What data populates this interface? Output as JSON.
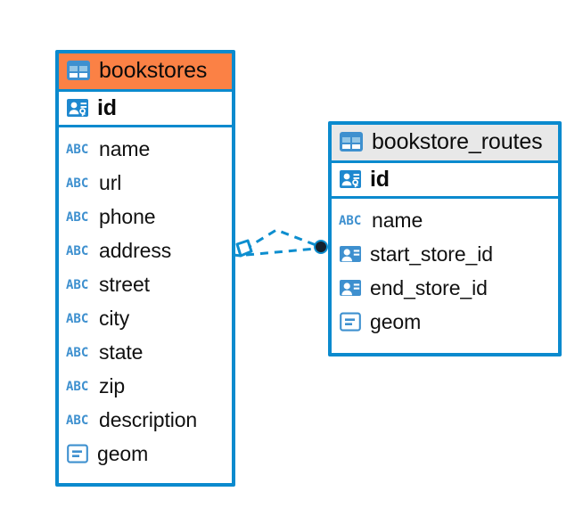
{
  "diagram": {
    "type": "entity-relationship-diagram",
    "background": "#ffffff",
    "colors": {
      "border": "#0b8ace",
      "accent_orange": "#fb8145",
      "accent_grey": "#e8e8e8",
      "icon_blue": "#3e90cf",
      "icon_blue_dark": "#0b8ace",
      "text": "#0b0b0b",
      "connector": "#0d8ecf",
      "connector_endpoint_fill": "#0d1b2a"
    },
    "entities": [
      {
        "name": "bookstores",
        "header_icon": "table-icon",
        "header_style": "accent-orange",
        "primary_key": {
          "label": "id",
          "icon": "primary-key-icon"
        },
        "fields": [
          {
            "label": "name",
            "icon": "text-abc-icon"
          },
          {
            "label": "url",
            "icon": "text-abc-icon"
          },
          {
            "label": "phone",
            "icon": "text-abc-icon"
          },
          {
            "label": "address",
            "icon": "text-abc-icon"
          },
          {
            "label": "street",
            "icon": "text-abc-icon"
          },
          {
            "label": "city",
            "icon": "text-abc-icon"
          },
          {
            "label": "state",
            "icon": "text-abc-icon"
          },
          {
            "label": "zip",
            "icon": "text-abc-icon"
          },
          {
            "label": "description",
            "icon": "text-abc-icon"
          },
          {
            "label": "geom",
            "icon": "geometry-icon"
          }
        ]
      },
      {
        "name": "bookstore_routes",
        "header_icon": "table-icon",
        "header_style": "accent-grey",
        "primary_key": {
          "label": "id",
          "icon": "primary-key-icon"
        },
        "fields": [
          {
            "label": "name",
            "icon": "text-abc-icon"
          },
          {
            "label": "start_store_id",
            "icon": "foreign-key-icon"
          },
          {
            "label": "end_store_id",
            "icon": "foreign-key-icon"
          },
          {
            "label": "geom",
            "icon": "geometry-icon"
          }
        ]
      }
    ],
    "relationship": {
      "from_entity": "bookstores",
      "to_entity": "bookstore_routes",
      "line_style": "dashed",
      "source_marker": "diamond-marker",
      "target_marker": "filled-circle-marker"
    }
  }
}
